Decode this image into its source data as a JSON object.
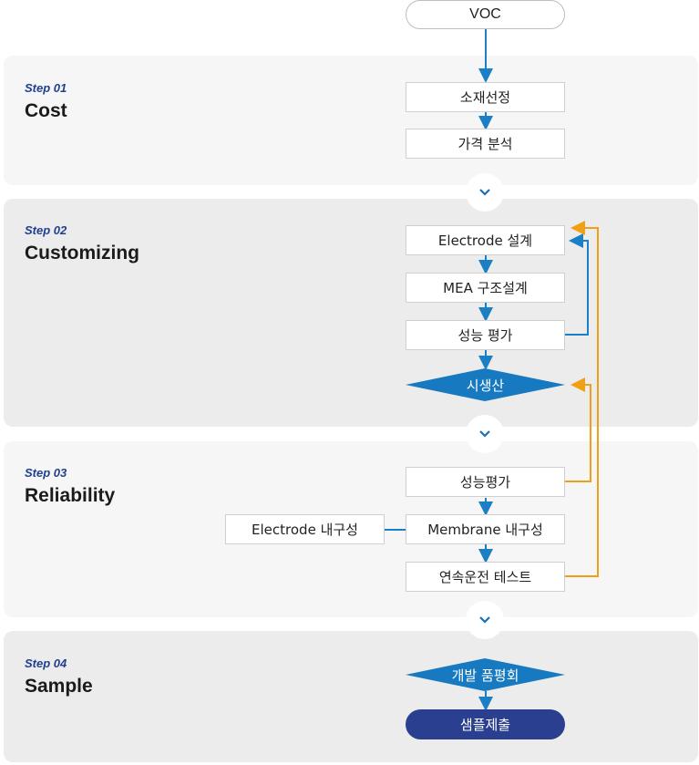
{
  "start": "VOC",
  "steps": [
    {
      "num": "Step 01",
      "title": "Cost"
    },
    {
      "num": "Step 02",
      "title": "Customizing"
    },
    {
      "num": "Step 03",
      "title": "Reliability"
    },
    {
      "num": "Step 04",
      "title": "Sample"
    }
  ],
  "nodes": {
    "material_selection": "소재선정",
    "price_analysis": "가격 분석",
    "electrode_design": "Electrode 설계",
    "mea_design": "MEA 구조설계",
    "performance_eval_1": "성능 평가",
    "prototype": "시생산",
    "performance_eval_2": "성능평가",
    "membrane_durability": "Membrane 내구성",
    "electrode_durability": "Electrode 내구성",
    "continuous_test": "연속운전 테스트",
    "dev_review": "개발 품평회",
    "sample_submit": "샘플제출"
  },
  "colors": {
    "arrow_blue": "#1a7fc4",
    "loop_orange": "#f0a017",
    "diamond": "#1779bf",
    "pill": "#2a3f8f",
    "step_num": "#1f3f8f"
  },
  "icons": {
    "divider": "chevron-down-icon"
  }
}
